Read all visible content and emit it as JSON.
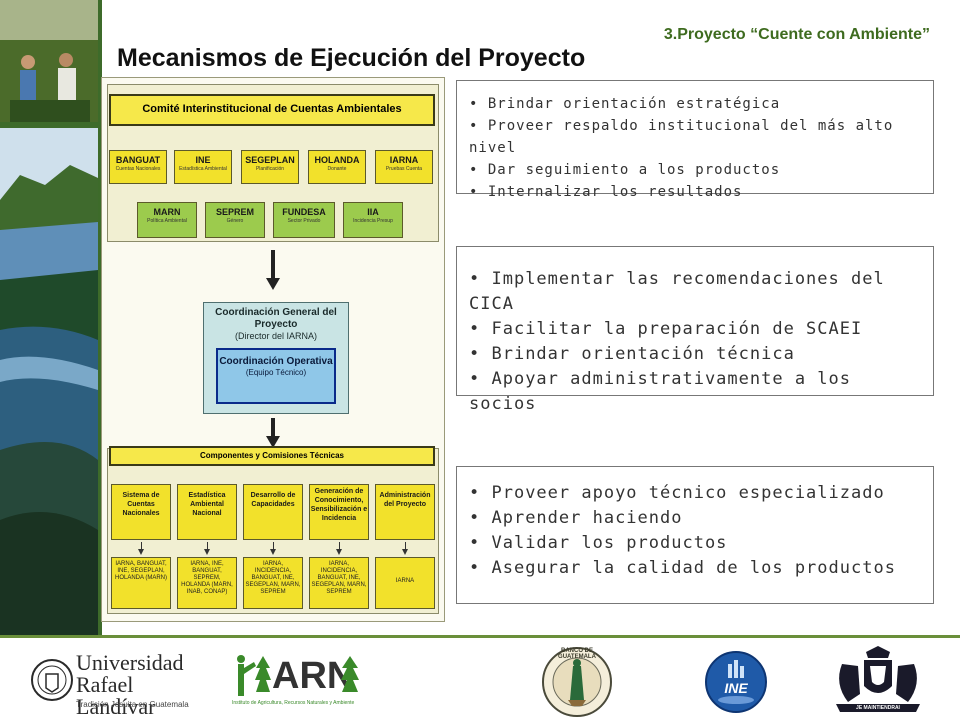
{
  "header": {
    "section_label": "3.Proyecto “Cuente con Ambiente”",
    "title": "Mecanismos de Ejecución del Proyecto"
  },
  "org_chart": {
    "committee": "Comité Interinstitucional de Cuentas Ambientales",
    "members_row1": [
      {
        "name": "BANGUAT",
        "role": "Cuentas Nacionales"
      },
      {
        "name": "INE",
        "role": "Estadística Ambiental"
      },
      {
        "name": "SEGEPLAN",
        "role": "Planificación"
      },
      {
        "name": "HOLANDA",
        "role": "Donante"
      },
      {
        "name": "IARNA",
        "role": "Pruebas Cuenta"
      }
    ],
    "members_row2": [
      {
        "name": "MARN",
        "role": "Política Ambiental"
      },
      {
        "name": "SEPREM",
        "role": "Género"
      },
      {
        "name": "FUNDESA",
        "role": "Sector Privado"
      },
      {
        "name": "IIA",
        "role": "Incidencia Presup"
      }
    ],
    "coord_general": {
      "title": "Coordinación General del Proyecto",
      "sub": "(Director del IARNA)"
    },
    "coord_operativa": {
      "title": "Coordinación Operativa",
      "sub": "(Equipo Técnico)"
    },
    "components_header": "Componentes y Comisiones Técnicas",
    "components": [
      "Sistema de Cuentas Nacionales",
      "Estadística Ambiental Nacional",
      "Desarrollo de Capacidades",
      "Generación de Conocimiento, Sensibilización e Incidencia",
      "Administración del Proyecto"
    ],
    "commissions": [
      "IARNA, BANGUAT, INE, SEGEPLAN, HOLANDA (MARN)",
      "IARNA, INE, BANGUAT, SEPREM, HOLANDA (MARN, INAB, CONAP)",
      "IARNA, INCIDENCIA, BANGUAT, INE, SEGEPLAN, MARN, SEPREM",
      "IARNA, INCIDENCIA, BANGUAT, INE, SEGEPLAN, MARN, SEPREM",
      "IARNA"
    ]
  },
  "bullets": {
    "box1": [
      "Brindar orientación estratégica",
      "Proveer respaldo institucional del más alto nivel",
      "Dar seguimiento a los productos",
      "Internalizar los resultados"
    ],
    "box2": [
      "Implementar las recomendaciones del CICA",
      "Facilitar la preparación de SCAEI",
      "Brindar orientación técnica",
      "Apoyar administrativamente a los socios"
    ],
    "box3": [
      "Proveer apoyo técnico especializado",
      "Aprender haciendo",
      "Validar los productos",
      "Asegurar la calidad de los productos"
    ]
  },
  "footer": {
    "url_line1": "Universidad",
    "url_line2": "Rafael Landívar",
    "url_tagline": "Tradición Jesuita en Guatemala",
    "iarna_letters": "ARN",
    "iarna_caption": "Instituto de Agricultura, Recursos Naturales y Ambiente",
    "banguat_ring": "BANCO DE GUATEMALA",
    "ine_label": "INE",
    "holland_motto": "JE MAINTIENDRAI"
  },
  "colors": {
    "title_green": "#3e6b1f",
    "yellow_box": "#f2e12b",
    "green_box": "#9ccb4d",
    "coord_blue": "#8fc7e8"
  }
}
